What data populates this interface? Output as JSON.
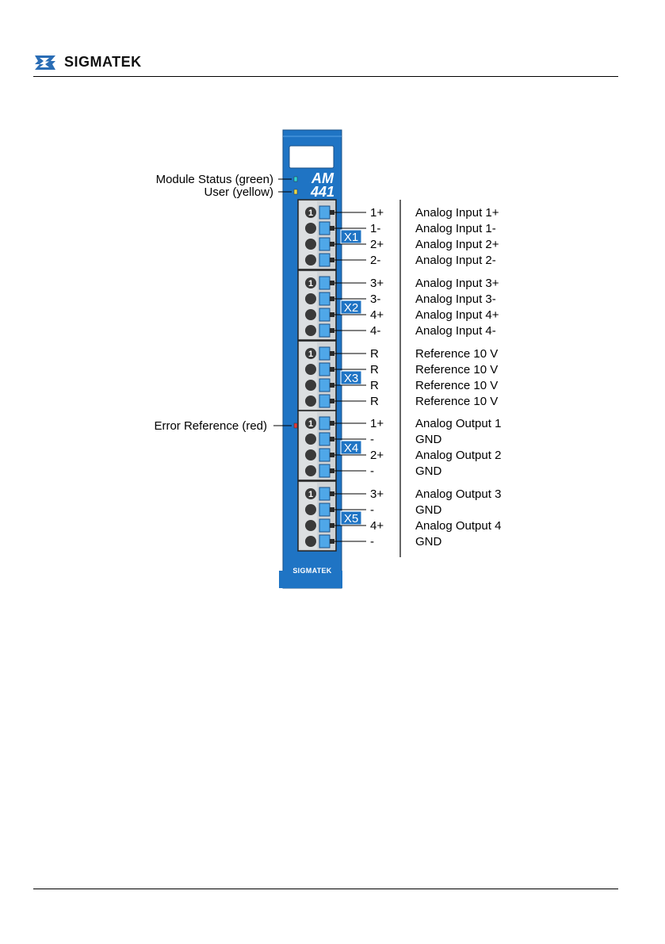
{
  "brand": {
    "name": "SIGMATEK",
    "logo_color": "#2a6db5"
  },
  "module": {
    "type_line1": "AM",
    "type_line2": "441",
    "footer_brand": "SIGMATEK",
    "body_color": "#1f74c4",
    "pin1_marker": "1"
  },
  "leds": [
    {
      "label": "Module Status (green)",
      "color": "#2bd6d6"
    },
    {
      "label": "User (yellow)",
      "color": "#e8d84a"
    },
    {
      "label": "Error Reference (red)",
      "color": "#e03a3a"
    }
  ],
  "connectors": [
    {
      "name": "X1",
      "pins": [
        {
          "pin": "1+",
          "desc": "Analog Input 1+"
        },
        {
          "pin": "1-",
          "desc": "Analog Input 1-"
        },
        {
          "pin": "2+",
          "desc": "Analog Input 2+"
        },
        {
          "pin": "2-",
          "desc": "Analog Input 2-"
        }
      ]
    },
    {
      "name": "X2",
      "pins": [
        {
          "pin": "3+",
          "desc": "Analog Input 3+"
        },
        {
          "pin": "3-",
          "desc": "Analog Input 3-"
        },
        {
          "pin": "4+",
          "desc": "Analog Input 4+"
        },
        {
          "pin": "4-",
          "desc": "Analog Input 4-"
        }
      ]
    },
    {
      "name": "X3",
      "pins": [
        {
          "pin": "R",
          "desc": "Reference 10 V"
        },
        {
          "pin": "R",
          "desc": "Reference 10 V"
        },
        {
          "pin": "R",
          "desc": "Reference 10 V"
        },
        {
          "pin": "R",
          "desc": "Reference 10 V"
        }
      ]
    },
    {
      "name": "X4",
      "pins": [
        {
          "pin": "1+",
          "desc": "Analog Output 1"
        },
        {
          "pin": "-",
          "desc": "GND"
        },
        {
          "pin": "2+",
          "desc": "Analog Output 2"
        },
        {
          "pin": "-",
          "desc": "GND"
        }
      ]
    },
    {
      "name": "X5",
      "pins": [
        {
          "pin": "3+",
          "desc": "Analog Output 3"
        },
        {
          "pin": "-",
          "desc": "GND"
        },
        {
          "pin": "4+",
          "desc": "Analog Output 4"
        },
        {
          "pin": "-",
          "desc": "GND"
        }
      ]
    }
  ]
}
